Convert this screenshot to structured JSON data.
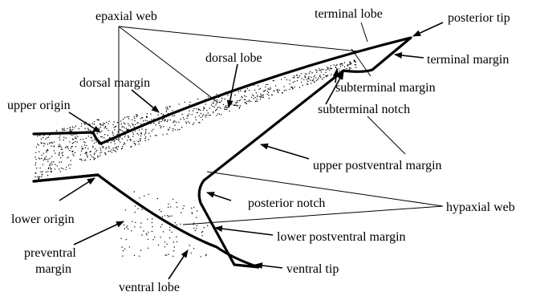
{
  "figure": {
    "subject": "shark caudal fin anatomy",
    "labels": {
      "epaxial_web": "epaxial web",
      "terminal_lobe": "terminal lobe",
      "posterior_tip": "posterior tip",
      "dorsal_lobe": "dorsal lobe",
      "terminal_margin": "terminal margin",
      "dorsal_margin": "dorsal margin",
      "upper_origin": "upper origin",
      "subterminal_margin": "subterminal margin",
      "subterminal_notch": "subterminal notch",
      "upper_postventral_margin": "upper postventral margin",
      "posterior_notch": "posterior notch",
      "hypaxial_web": "hypaxial web",
      "lower_origin": "lower origin",
      "lower_postventral_margin": "lower postventral margin",
      "preventral_line1": "preventral",
      "preventral_line2": "margin",
      "ventral_tip": "ventral tip",
      "ventral_lobe": "ventral lobe"
    },
    "colors": {
      "ink": "#000000",
      "background": "#ffffff"
    }
  }
}
